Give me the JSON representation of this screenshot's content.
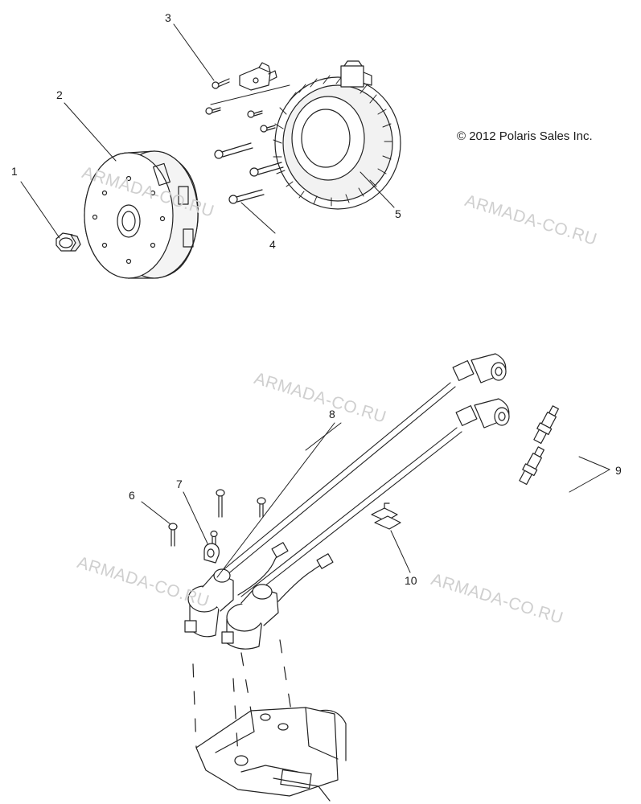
{
  "copyright": "© 2012 Polaris Sales Inc.",
  "watermarks": [
    "ARMADA-CO.RU",
    "ARMADA-CO.RU",
    "ARMADA-CO.RU",
    "ARMADA-CO.RU",
    "ARMADA-CO.RU"
  ],
  "callouts": [
    "1",
    "2",
    "3",
    "4",
    "5",
    "6",
    "7",
    "8",
    "9",
    "10"
  ]
}
